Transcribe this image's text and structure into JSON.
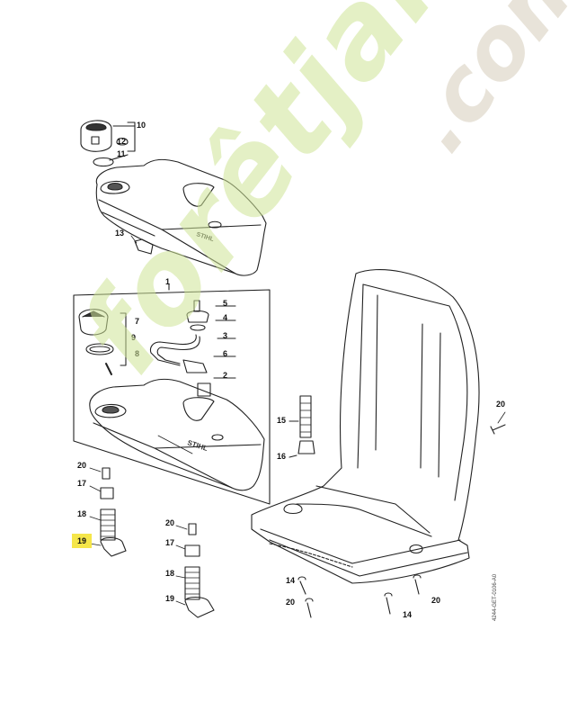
{
  "watermark": {
    "main": "forêtjardin",
    "suffix": ".com",
    "main_color": "#d6e8a0",
    "suffix_color": "#d9cfbd"
  },
  "highlight_color": "#f5e64a",
  "doc_code": "4244-GET-0106-A0",
  "parts": [
    {
      "id": "p1",
      "label": "1"
    },
    {
      "id": "p2",
      "label": "2"
    },
    {
      "id": "p3",
      "label": "3"
    },
    {
      "id": "p4",
      "label": "4"
    },
    {
      "id": "p5",
      "label": "5"
    },
    {
      "id": "p6",
      "label": "6"
    },
    {
      "id": "p7",
      "label": "7"
    },
    {
      "id": "p8",
      "label": "8"
    },
    {
      "id": "p9",
      "label": "9"
    },
    {
      "id": "p10",
      "label": "10"
    },
    {
      "id": "p11",
      "label": "11"
    },
    {
      "id": "p12",
      "label": "12"
    },
    {
      "id": "p13",
      "label": "13"
    },
    {
      "id": "p14a",
      "label": "14"
    },
    {
      "id": "p14b",
      "label": "14"
    },
    {
      "id": "p15",
      "label": "15"
    },
    {
      "id": "p16",
      "label": "16"
    },
    {
      "id": "p17a",
      "label": "17"
    },
    {
      "id": "p17b",
      "label": "17"
    },
    {
      "id": "p18a",
      "label": "18"
    },
    {
      "id": "p18b",
      "label": "18"
    },
    {
      "id": "p19a",
      "label": "19"
    },
    {
      "id": "p19b",
      "label": "19"
    },
    {
      "id": "p20a",
      "label": "20"
    },
    {
      "id": "p20b",
      "label": "20"
    },
    {
      "id": "p20c",
      "label": "20"
    },
    {
      "id": "p20d",
      "label": "20"
    },
    {
      "id": "p20e",
      "label": "20"
    }
  ],
  "brand_marks": [
    "STIHL",
    "STIHL"
  ]
}
